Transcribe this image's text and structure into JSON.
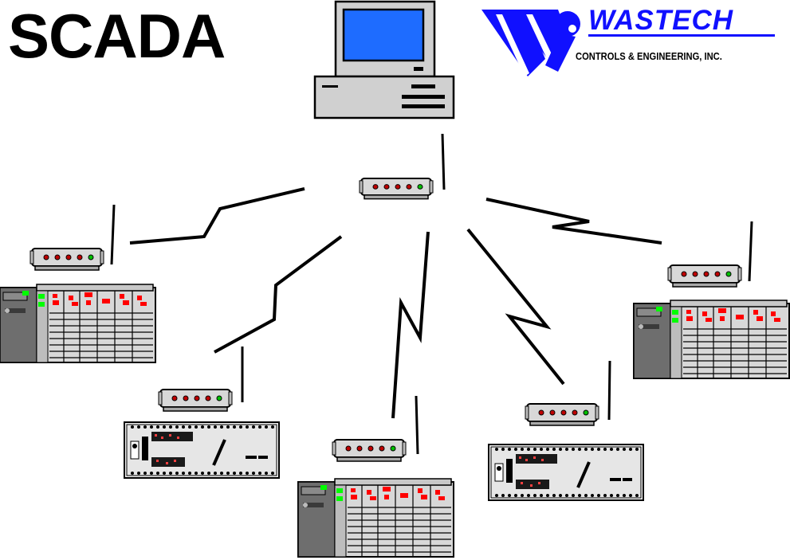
{
  "title": "SCADA",
  "brand": {
    "name": "WASTECH",
    "tagline": "CONTROLS & ENGINEERING, INC.",
    "color": "#1010ff"
  },
  "colors": {
    "screen": "#1e6cff",
    "device": "#dcdcdc",
    "led_red": "#ff0000",
    "led_green": "#00ff00",
    "plc_dark": "#707070",
    "line": "#000000"
  },
  "devices": {
    "host": "desktop-computer",
    "hub_radio": "radio-modem",
    "remotes": [
      {
        "id": "rtu-1",
        "type": "rack-plc"
      },
      {
        "id": "rtu-2",
        "type": "compact-plc"
      },
      {
        "id": "rtu-3",
        "type": "rack-plc"
      },
      {
        "id": "rtu-4",
        "type": "compact-plc"
      },
      {
        "id": "rtu-5",
        "type": "rack-plc"
      }
    ]
  }
}
